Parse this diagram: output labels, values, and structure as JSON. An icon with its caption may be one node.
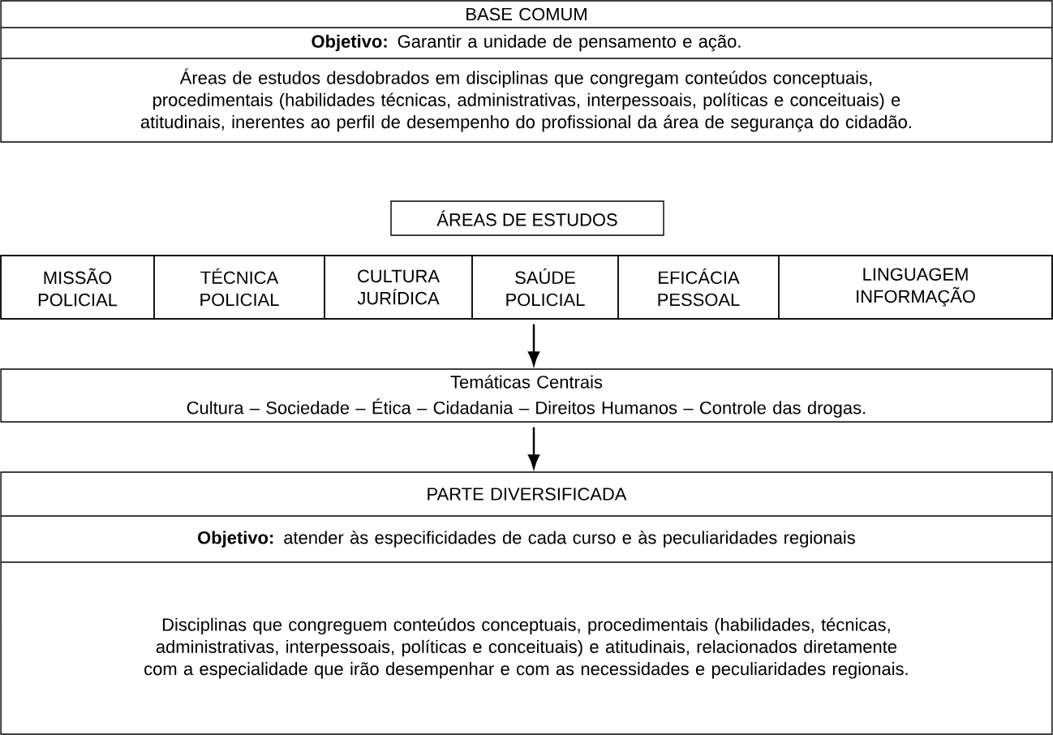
{
  "diagram": {
    "nodes": [
      {
        "text": [
          "BASE COMUM",
          "**Objetivo:** Garantir a unidade de pensamento e ação.",
          "Áreas de estudos desdobrados em disciplinas que congregam conteúdos conceptuais, procedimentais (habilidades técnicas, administrativas, interpessoais, políticas e conceituais) e atitudinais, inerentes ao perfil de desempenho do profissional da área de segurança do cidadão."
        ]
      },
      {
        "text": [
          "ÁREAS DE ESTUDOS"
        ]
      },
      {
        "text": [],
        "shape": "box"
      },
      {
        "text": [
          "MISSÃO POLICIAL"
        ],
        "in": 2
      },
      {
        "text": [
          "TÉCNICA POLICIAL"
        ],
        "in": 2
      },
      {
        "text": [
          "CULTURA JURÍDICA"
        ],
        "in": 2
      },
      {
        "text": [
          "SAÚDE POLICIAL"
        ],
        "in": 2
      },
      {
        "text": [
          "EFICÁCIA PESSOAL"
        ],
        "in": 2
      },
      {
        "text": [
          "LINGUAGEM INFORMAÇÃO"
        ],
        "in": 2
      },
      {
        "text": [
          "Temáticas Centrais",
          "Cultura – Sociedade – Ética – Cidadania – Direitos Humanos – Controle das drogas."
        ]
      },
      {
        "text": [
          "PARTE DIVERSIFICADA",
          "**Objetivo:** atender às especificidades de cada curso e às peculiaridades regionais",
          "Disciplinas que congreguem conteúdos conceptuais, procedimentais (habilidades, técnicas, administrativas, interpessoais, políticas e conceituais) e atitudinais, relacionados diretamente com a especialidade que irão desempenhar e com as necessidades e peculiaridades regionais."
        ]
      }
    ],
    "edges": [
      {
        "from": 2,
        "to": 9,
        "arrow": "to"
      },
      {
        "from": 9,
        "to": 10,
        "arrow": "to"
      }
    ]
  }
}
